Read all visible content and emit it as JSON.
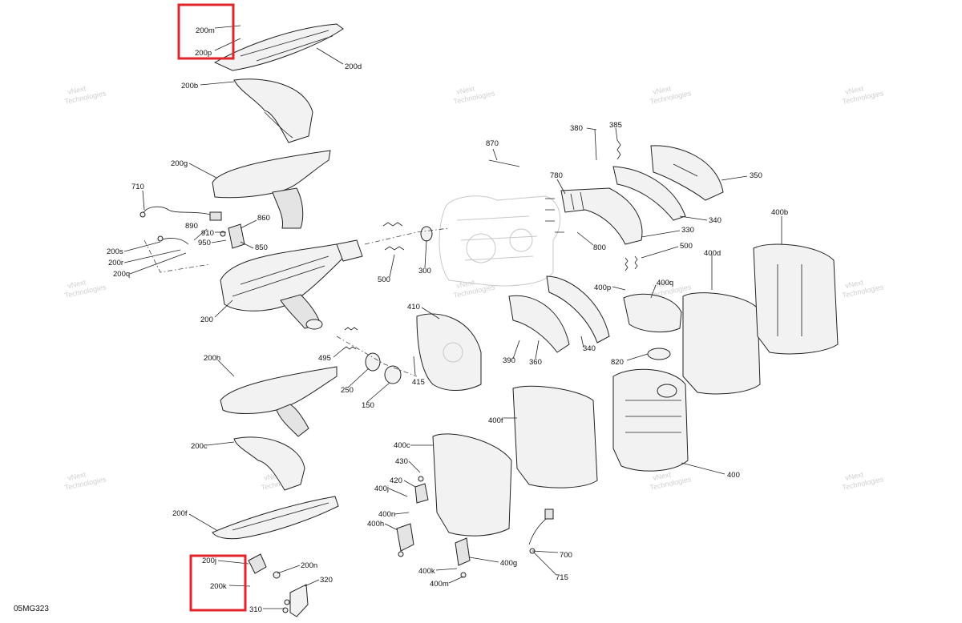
{
  "diagram_code": "05MG323",
  "watermark": [
    "vNext",
    "Technologies"
  ],
  "callouts": [
    {
      "id": "200m",
      "text": "200m"
    },
    {
      "id": "200p",
      "text": "200p"
    },
    {
      "id": "200d",
      "text": "200d"
    },
    {
      "id": "200b",
      "text": "200b"
    },
    {
      "id": "200g",
      "text": "200g"
    },
    {
      "id": "710",
      "text": "710"
    },
    {
      "id": "890",
      "text": "890"
    },
    {
      "id": "910",
      "text": "910"
    },
    {
      "id": "950",
      "text": "950"
    },
    {
      "id": "860",
      "text": "860"
    },
    {
      "id": "850",
      "text": "850"
    },
    {
      "id": "200s",
      "text": "200s"
    },
    {
      "id": "200r",
      "text": "200r"
    },
    {
      "id": "200q",
      "text": "200q"
    },
    {
      "id": "200",
      "text": "200"
    },
    {
      "id": "500a",
      "text": "500"
    },
    {
      "id": "300",
      "text": "300"
    },
    {
      "id": "870",
      "text": "870"
    },
    {
      "id": "780",
      "text": "780"
    },
    {
      "id": "800",
      "text": "800"
    },
    {
      "id": "380",
      "text": "380"
    },
    {
      "id": "385",
      "text": "385"
    },
    {
      "id": "350",
      "text": "350"
    },
    {
      "id": "340a",
      "text": "340"
    },
    {
      "id": "330",
      "text": "330"
    },
    {
      "id": "500b",
      "text": "500"
    },
    {
      "id": "400b",
      "text": "400b"
    },
    {
      "id": "400d",
      "text": "400d"
    },
    {
      "id": "400p",
      "text": "400p"
    },
    {
      "id": "400q",
      "text": "400q"
    },
    {
      "id": "410",
      "text": "410"
    },
    {
      "id": "415",
      "text": "415"
    },
    {
      "id": "390",
      "text": "390"
    },
    {
      "id": "360",
      "text": "360"
    },
    {
      "id": "340b",
      "text": "340"
    },
    {
      "id": "820",
      "text": "820"
    },
    {
      "id": "495",
      "text": "495"
    },
    {
      "id": "250",
      "text": "250"
    },
    {
      "id": "150",
      "text": "150"
    },
    {
      "id": "200h",
      "text": "200h"
    },
    {
      "id": "400f",
      "text": "400f"
    },
    {
      "id": "200c",
      "text": "200c"
    },
    {
      "id": "400c",
      "text": "400c"
    },
    {
      "id": "430",
      "text": "430"
    },
    {
      "id": "420",
      "text": "420"
    },
    {
      "id": "400j",
      "text": "400j"
    },
    {
      "id": "400n",
      "text": "400n"
    },
    {
      "id": "400h",
      "text": "400h"
    },
    {
      "id": "400",
      "text": "400"
    },
    {
      "id": "200f",
      "text": "200f"
    },
    {
      "id": "700",
      "text": "700"
    },
    {
      "id": "400g",
      "text": "400g"
    },
    {
      "id": "715",
      "text": "715"
    },
    {
      "id": "400k",
      "text": "400k"
    },
    {
      "id": "400m",
      "text": "400m"
    },
    {
      "id": "200j",
      "text": "200j"
    },
    {
      "id": "200n",
      "text": "200n"
    },
    {
      "id": "320",
      "text": "320"
    },
    {
      "id": "200k",
      "text": "200k"
    },
    {
      "id": "310",
      "text": "310"
    }
  ]
}
